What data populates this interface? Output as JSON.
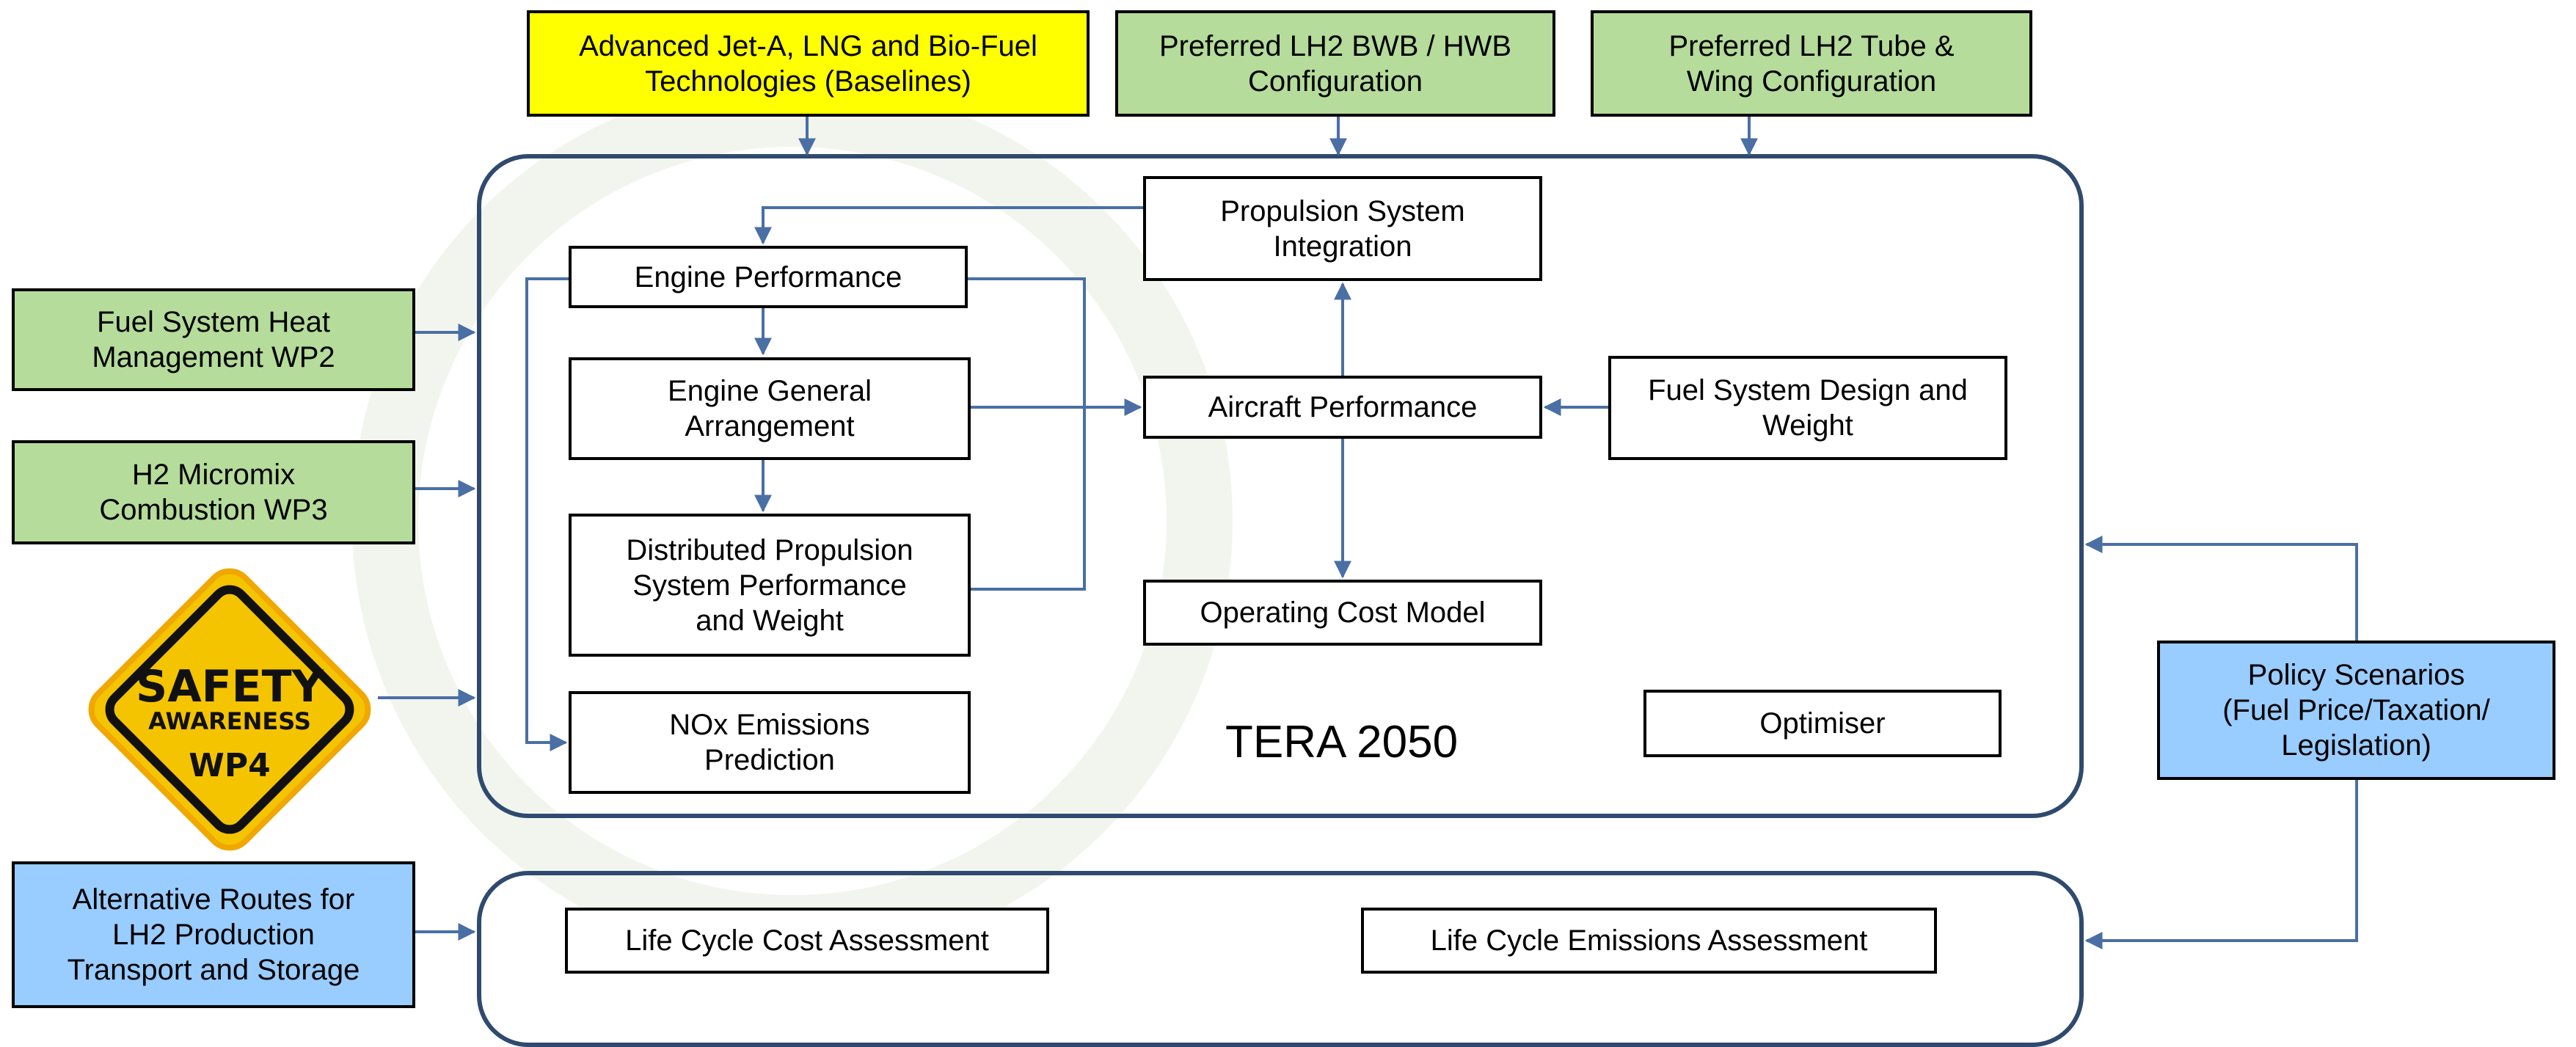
{
  "top_inputs": {
    "baselines": "Advanced Jet-A, LNG and Bio-Fuel\nTechnologies (Baselines)",
    "bwb_hwb": "Preferred LH2 BWB / HWB\nConfiguration",
    "tube_wing": "Preferred LH2 Tube &\nWing Configuration"
  },
  "left_inputs": {
    "fuel_heat": "Fuel System Heat\nManagement WP2",
    "micromix": "H2 Micromix\nCombustion WP3",
    "alt_routes": "Alternative Routes for\nLH2 Production\nTransport and Storage"
  },
  "safety_sign": {
    "line1": "SAFETY",
    "line2": "AWARENESS",
    "line3": "WP4"
  },
  "tera": {
    "title": "TERA 2050",
    "engine_performance": "Engine Performance",
    "engine_arrangement": "Engine General\nArrangement",
    "distributed_propulsion": "Distributed Propulsion\nSystem Performance\nand Weight",
    "nox": "NOx Emissions\nPrediction",
    "propulsion_integration": "Propulsion System\nIntegration",
    "aircraft_performance": "Aircraft Performance",
    "operating_cost": "Operating Cost Model",
    "fuel_system_design": "Fuel System Design and\nWeight",
    "optimiser": "Optimiser"
  },
  "policy": "Policy Scenarios\n(Fuel Price/Taxation/\nLegislation)",
  "lifecycle": {
    "cost": "Life Cycle Cost Assessment",
    "emissions": "Life Cycle Emissions Assessment"
  },
  "colors": {
    "yellow_box": "#ffff00",
    "green_box": "#b5dc9a",
    "blue_box": "#99ccff",
    "arrow": "#4a6fa5",
    "container_border": "#2f4a6e",
    "safety_yellow": "#f5c400"
  }
}
